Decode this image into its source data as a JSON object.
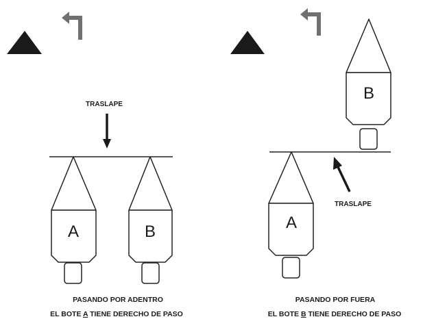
{
  "left_panel": {
    "overlap_label": "TRASLAPE",
    "boat_a_label": "A",
    "boat_b_label": "B",
    "caption_line1": "PASANDO POR ADENTRO",
    "caption_line2_prefix": "EL BOTE ",
    "caption_line2_boat": "A",
    "caption_line2_suffix": " TIENE DERECHO DE PASO"
  },
  "right_panel": {
    "overlap_label": "TRASLAPE",
    "boat_a_label": "A",
    "boat_b_label": "B",
    "caption_line1": "PASANDO POR FUERA",
    "caption_line2_prefix": "EL BOTE ",
    "caption_line2_boat": "B",
    "caption_line2_suffix": " TIENE DERECHO DE PASO"
  },
  "icons": {
    "mark": "black-triangle-mark",
    "turn": "turn-left-arrow"
  },
  "colors": {
    "ink": "#1a1a1a",
    "arrow_gray": "#707070"
  }
}
